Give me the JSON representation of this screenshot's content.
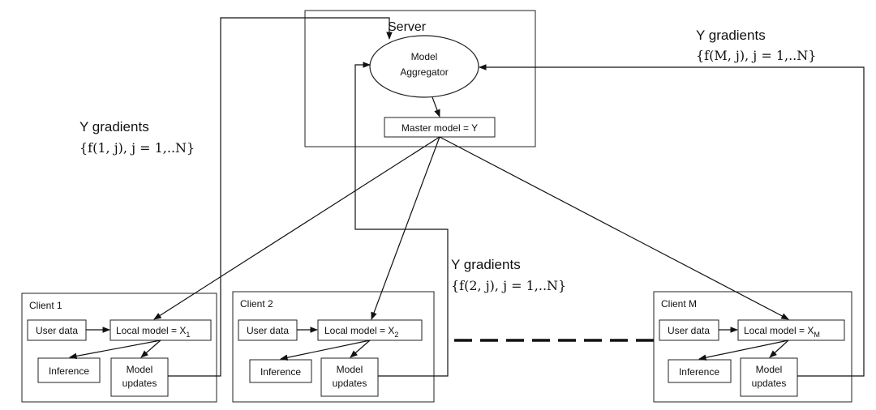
{
  "server": {
    "title": "Server",
    "aggregator_line1": "Model",
    "aggregator_line2": "Aggregator",
    "master_model": "Master model = Y"
  },
  "gradients": {
    "left": {
      "line1": "Y gradients",
      "line2": "{f(1, j), j = 1,..N}"
    },
    "right": {
      "line1": "Y gradients",
      "line2": "{f(M, j), j = 1,..N}"
    },
    "middle": {
      "line1": "Y gradients",
      "line2": "{f(2, j), j = 1,..N}"
    }
  },
  "clients": [
    {
      "title": "Client 1",
      "user_data": "User data",
      "local_model": "Local model = X",
      "sub": "1",
      "inference": "Inference",
      "updates_line1": "Model",
      "updates_line2": "updates"
    },
    {
      "title": "Client 2",
      "user_data": "User data",
      "local_model": "Local model = X",
      "sub": "2",
      "inference": "Inference",
      "updates_line1": "Model",
      "updates_line2": "updates"
    },
    {
      "title": "Client M",
      "user_data": "User data",
      "local_model": "Local model = X",
      "sub": "M",
      "inference": "Inference",
      "updates_line1": "Model",
      "updates_line2": "updates"
    }
  ]
}
